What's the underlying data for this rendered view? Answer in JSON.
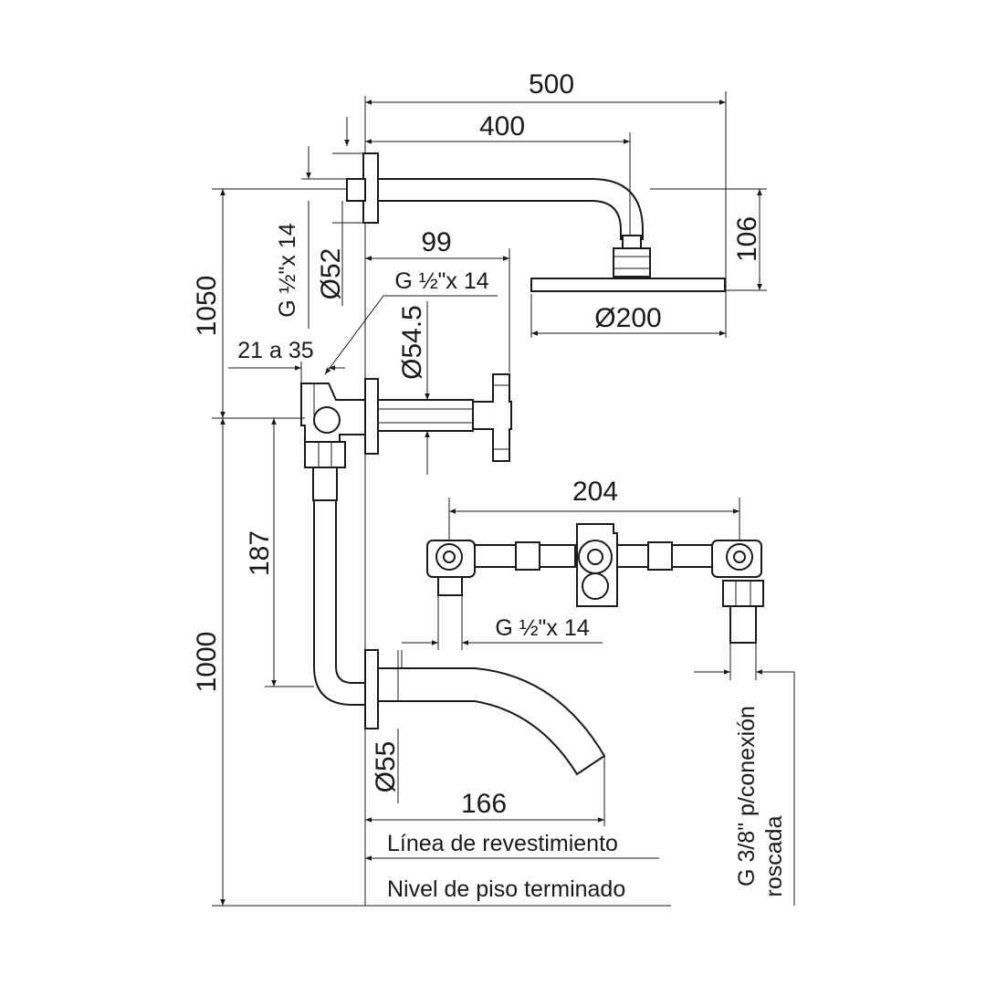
{
  "dimensions": {
    "d500": "500",
    "d400": "400",
    "d99": "99",
    "d106": "106",
    "d1050": "1050",
    "d1000": "1000",
    "d187": "187",
    "d204": "204",
    "d166": "166",
    "d21a35": "21 a 35",
    "dia52": "Ø52",
    "dia54_5": "Ø54.5",
    "dia200": "Ø200",
    "dia55": "Ø55"
  },
  "threads": {
    "vertical_left": "G ½\"x 14",
    "upper_leader": "G ½\"x 14",
    "lower_center": "G ½\"x 14",
    "right_line1": "G 3/8\" p/conexión",
    "right_line2": "roscada"
  },
  "reference_lines": {
    "revestimiento": "Línea de revestimiento",
    "piso": "Nivel de piso terminado"
  }
}
